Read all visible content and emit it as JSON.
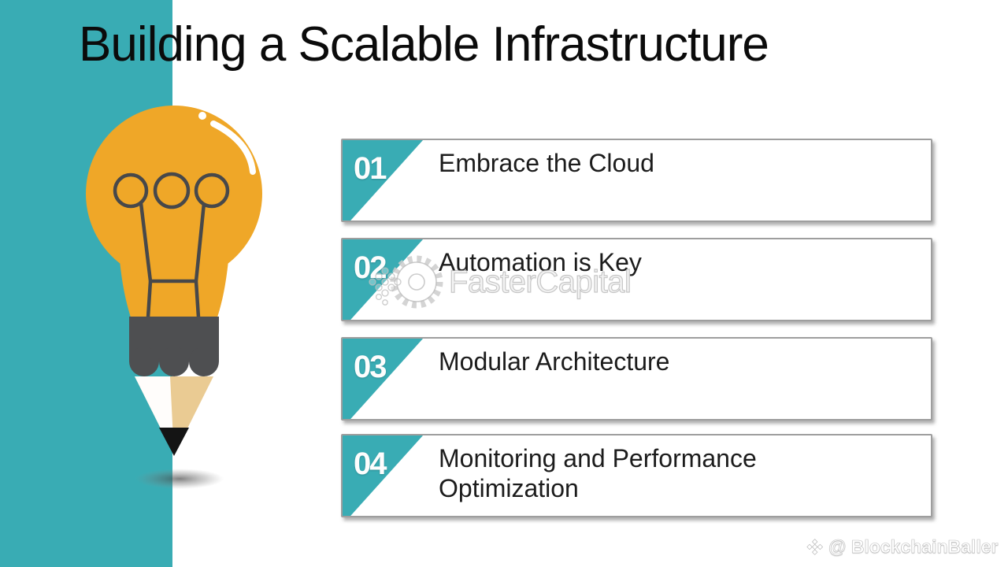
{
  "slide": {
    "title": "Building a Scalable Infrastructure"
  },
  "steps": [
    {
      "number": "01",
      "label": "Embrace the Cloud"
    },
    {
      "number": "02",
      "label": "Automation is Key"
    },
    {
      "number": "03",
      "label": "Modular Architecture"
    },
    {
      "number": "04",
      "label": "Monitoring and Performance Optimization"
    }
  ],
  "watermarks": {
    "brand": "FasterCapital",
    "credit": "@ BlockchainBaller"
  },
  "icons": {
    "illustration": "lightbulb-pencil",
    "brand_icon": "gear",
    "credit_icon": "diamond-logo"
  },
  "colors": {
    "accent_teal": "#39ACB4",
    "bulb_orange": "#EFA728",
    "pencil_wood": "#EACB93",
    "pencil_dark": "#4E4F51",
    "card_border": "#9E9E9E",
    "text": "#1C1C1C"
  }
}
